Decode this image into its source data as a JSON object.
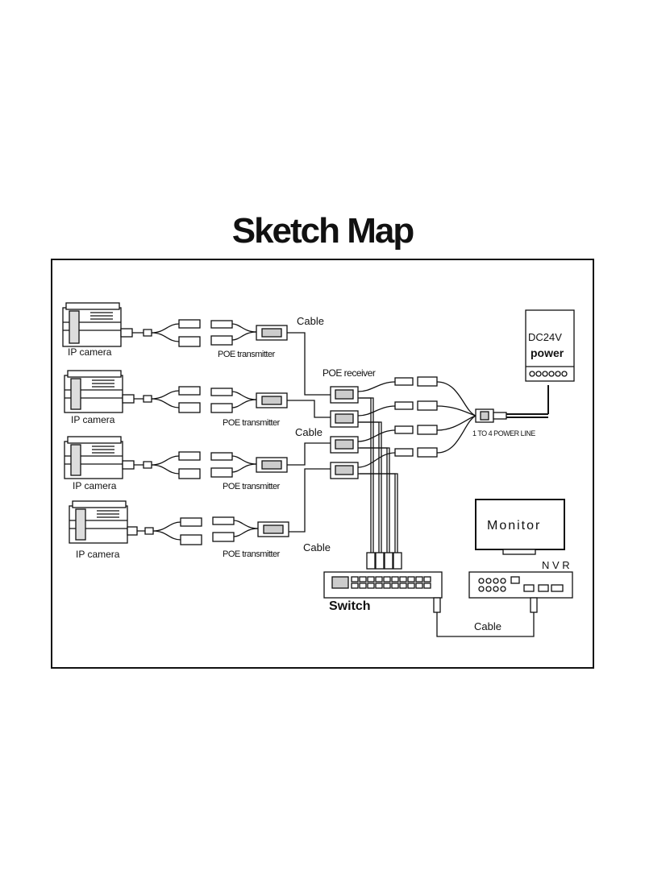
{
  "title": "Sketch Map",
  "labels": {
    "ip_camera": "IP camera",
    "poe_transmitter": "POE transmitter",
    "cable": "Cable",
    "poe_receiver": "POE receiver",
    "dc_voltage": "DC24V",
    "power": "power",
    "power_line": "1 TO 4 POWER LINE",
    "monitor": "Monitor",
    "nvr": "N V R",
    "switch": "Switch"
  },
  "colors": {
    "line": "#111111",
    "fill": "#ffffff",
    "shade": "#cfcfcf"
  }
}
